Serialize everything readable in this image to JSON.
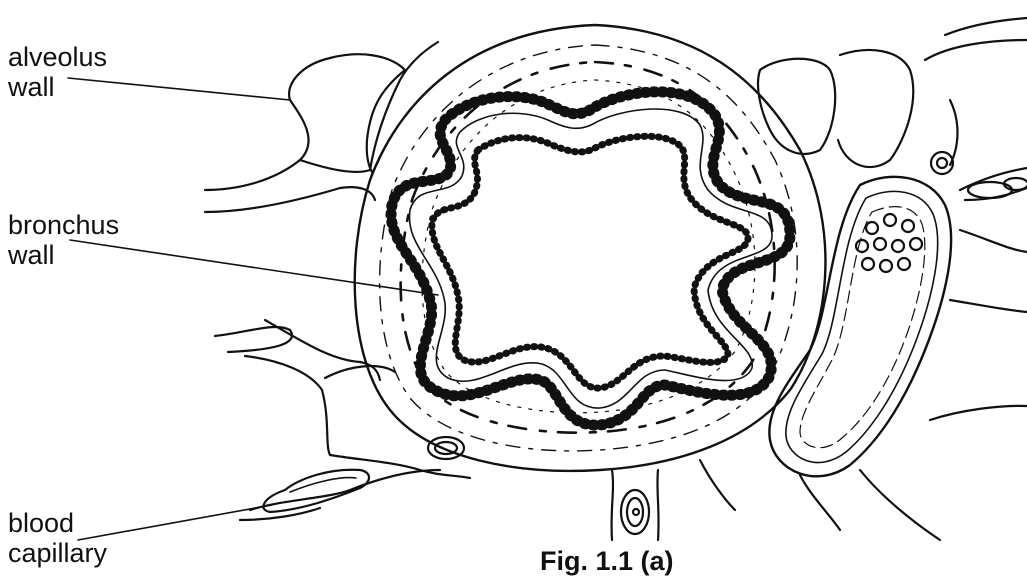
{
  "labels": {
    "alveolus": [
      "alveolus",
      "wall"
    ],
    "bronchus": [
      "bronchus",
      "wall"
    ],
    "capillary": [
      "blood",
      "capillary"
    ]
  },
  "caption": "Fig. 1.1 (a)"
}
